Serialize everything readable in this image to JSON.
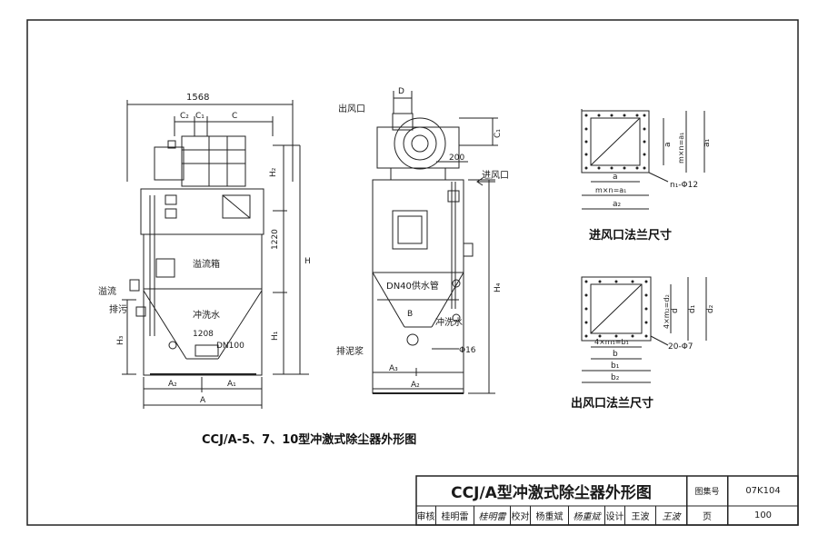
{
  "drawing": {
    "main_caption": "CCJ/A-5、7、10型冲激式除尘器外形图",
    "inlet_flange_caption": "进风口法兰尺寸",
    "outlet_flange_caption": "出风口法兰尺寸",
    "front_view_labels": {
      "overall_width": "1568",
      "c2": "C₂",
      "c1": "C₁",
      "c": "C",
      "h2": "H₂",
      "h1220": "1220",
      "h": "H",
      "h1": "H₁",
      "h3": "H₃",
      "overflow_box": "溢流箱",
      "overflow": "溢流",
      "drain": "排污",
      "flush_water": "冲洗水",
      "dim_1208": "1208",
      "dn100": "DN100",
      "a2": "A₂",
      "a1": "A₁",
      "a": "A"
    },
    "side_view_labels": {
      "outlet": "出风口",
      "d": "D",
      "c1": "C₁",
      "dim_200": "200",
      "inlet": "进风口",
      "h4": "H₄",
      "dn40_pipe": "DN40供水管",
      "b": "B",
      "flush_water": "冲洗水",
      "sludge_pump": "排泥浆",
      "phi16": "Φ16",
      "a3": "A₃",
      "a2": "A₂"
    },
    "inlet_flange_labels": {
      "a": "a",
      "m_n1": "m×n=a₁",
      "a1": "a₁",
      "a_bottom": "a",
      "m_n_bottom": "m×n=a₁",
      "a2": "a₂",
      "holes": "n₁-Φ12"
    },
    "outlet_flange_labels": {
      "d_mn": "4×m₂=d₂",
      "d": "d",
      "d1": "d₁",
      "d2": "d₂",
      "b_mn": "4×m₁=b₁",
      "b": "b",
      "b1": "b₁",
      "b2": "b₂",
      "holes": "20-Φ7"
    }
  },
  "title_block": {
    "title": "CCJ/A型冲激式除尘器外形图",
    "atlas_label": "图集号",
    "atlas_no": "07K104",
    "review_label": "审核",
    "reviewer": "桂明雷",
    "reviewer_sig": "桂明雷",
    "check_label": "校对",
    "checker": "杨重斌",
    "checker_sig": "杨重斌",
    "design_label": "设计",
    "designer": "王波",
    "designer_sig": "王波",
    "page_label": "页",
    "page_no": "100"
  },
  "colors": {
    "ink": "#1a1a1a",
    "paper": "#ffffff"
  }
}
